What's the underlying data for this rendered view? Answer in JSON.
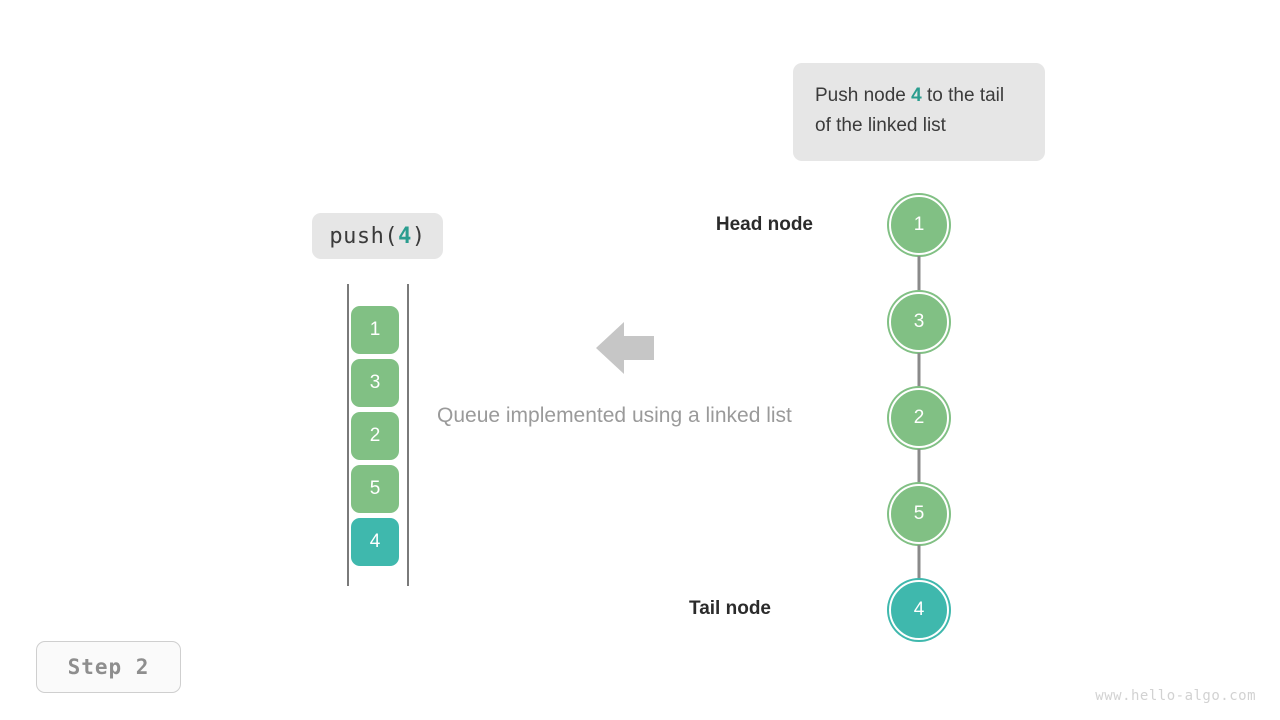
{
  "callout": {
    "text_before": "Push node ",
    "accent": "4",
    "text_after": " to the tail of the linked list"
  },
  "operation": {
    "prefix": "push(",
    "accent": "4",
    "suffix": ")"
  },
  "queue": {
    "cells": [
      {
        "value": "1",
        "highlight": false
      },
      {
        "value": "3",
        "highlight": false
      },
      {
        "value": "2",
        "highlight": false
      },
      {
        "value": "5",
        "highlight": false
      },
      {
        "value": "4",
        "highlight": true
      }
    ]
  },
  "caption": "Queue implemented using a linked list",
  "linked_list": {
    "head_label": "Head node",
    "tail_label": "Tail node",
    "nodes": [
      {
        "value": "1",
        "highlight": false
      },
      {
        "value": "3",
        "highlight": false
      },
      {
        "value": "2",
        "highlight": false
      },
      {
        "value": "5",
        "highlight": false
      },
      {
        "value": "4",
        "highlight": true
      }
    ]
  },
  "step": {
    "label": "Step 2"
  },
  "watermark": "www.hello-algo.com",
  "colors": {
    "node_green": "#81c084",
    "node_teal": "#3fb8ad",
    "accent_teal": "#2a9d8f",
    "badge_bg": "#e6e6e6",
    "arrow_gray": "#8a8a8a",
    "big_arrow_gray": "#c6c6c6",
    "caption_gray": "#9a9a9a",
    "step_gray": "#8e8e8e",
    "watermark_gray": "#d2d2d2"
  }
}
